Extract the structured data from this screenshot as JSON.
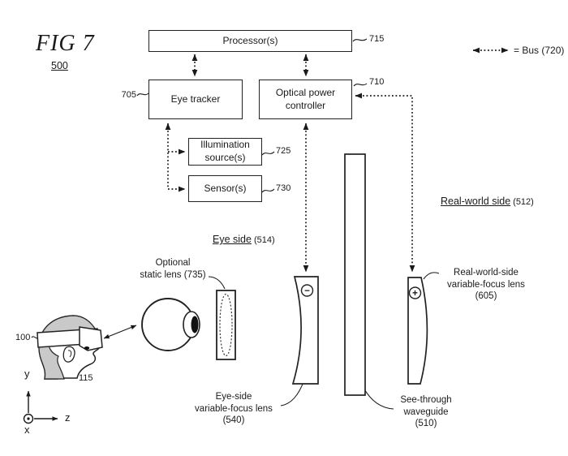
{
  "figure": {
    "title": "FIG 7",
    "ref": "500"
  },
  "bus_legend": {
    "label": "= Bus (720)"
  },
  "blocks": {
    "processor": {
      "label": "Processor(s)",
      "ref": "715"
    },
    "eye_tracker": {
      "label": "Eye tracker",
      "ref": "705"
    },
    "optical_power_controller": {
      "label": "Optical power controller",
      "ref": "710"
    },
    "illumination_source": {
      "label": "Illumination source(s)",
      "ref": "725"
    },
    "sensor": {
      "label": "Sensor(s)",
      "ref": "730"
    }
  },
  "regions": {
    "eye_side": {
      "label": "Eye side",
      "ref": "(514)"
    },
    "real_world_side": {
      "label": "Real-world side",
      "ref": "(512)"
    }
  },
  "parts": {
    "static_lens": {
      "line1": "Optional",
      "line2": "static lens (735)"
    },
    "eye_side_lens": {
      "line1": "Eye-side",
      "line2": "variable-focus lens",
      "line3": "(540)",
      "sign": "−"
    },
    "real_world_lens": {
      "line1": "Real-world-side",
      "line2": "variable-focus lens",
      "line3": "(605)",
      "sign": "+"
    },
    "waveguide": {
      "line1": "See-through",
      "line2": "waveguide",
      "line3": "(510)"
    },
    "headset": {
      "ref": "100"
    },
    "head": {
      "ref": "115"
    }
  },
  "axes": {
    "x": "x",
    "y": "y",
    "z": "z"
  },
  "colors": {
    "ink": "#1a1a1a",
    "hair": "#c9c9c9",
    "background": "#ffffff"
  }
}
